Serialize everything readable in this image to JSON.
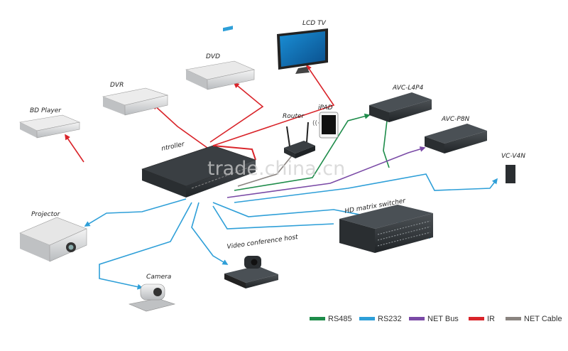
{
  "watermark": "trade.china.cn",
  "devices": {
    "lcd_tv": "LCD TV",
    "dvd": "DVD",
    "dvr": "DVR",
    "bd_player": "BD Player",
    "controller": "ntroller",
    "router": "Router",
    "ipad": "iPAD",
    "avc_l4p4": "AVC-L4P4",
    "avc_p8n": "AVC-P8N",
    "avc_v4n": "VC-V4N",
    "hd_matrix": "HD matrix switcher",
    "projector": "Projector",
    "video_conf": "Video conference host",
    "camera": "Camera"
  },
  "legend": [
    {
      "label": "RS485",
      "color": "#1e8c4a"
    },
    {
      "label": "RS232",
      "color": "#2e9fd8"
    },
    {
      "label": "NET Bus",
      "color": "#7a4aa6"
    },
    {
      "label": "IR",
      "color": "#d9242a"
    },
    {
      "label": "NET Cable",
      "color": "#8a8480"
    }
  ],
  "colors": {
    "rs485": "#1e8c4a",
    "rs232": "#2e9fd8",
    "netbus": "#7a4aa6",
    "ir": "#d9242a",
    "netcable": "#8a8480"
  }
}
